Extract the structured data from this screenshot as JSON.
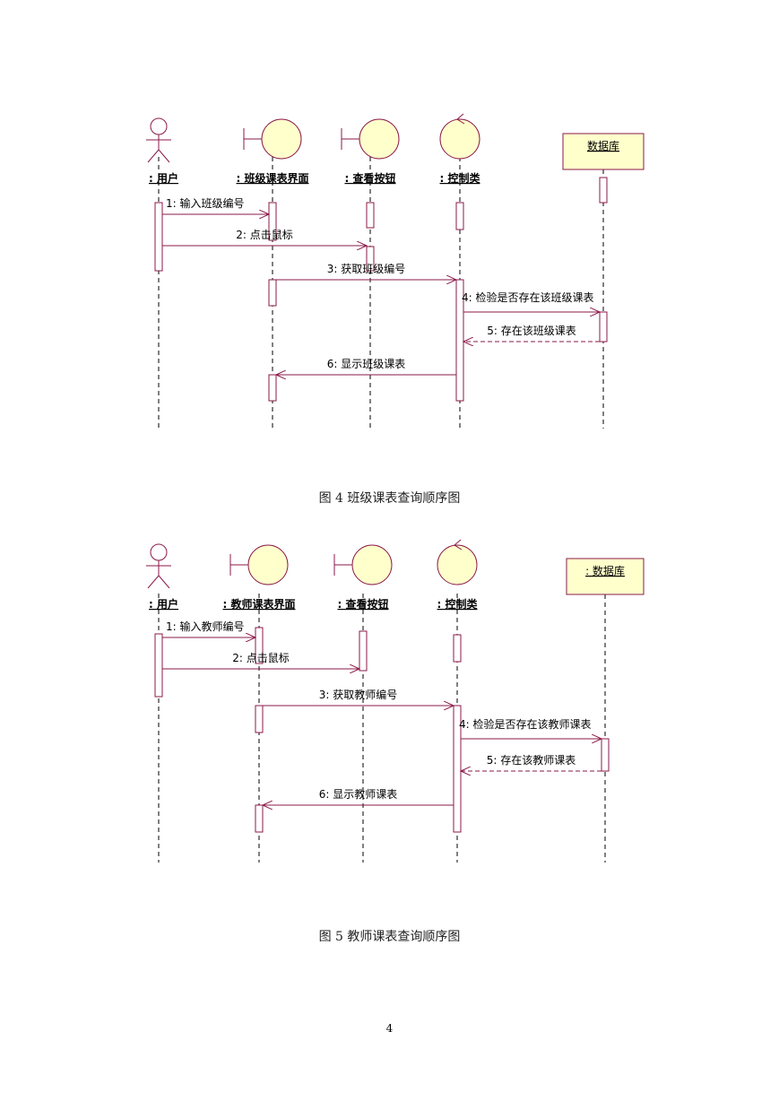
{
  "figures": [
    {
      "caption": "图 4  班级课表查询顺序图",
      "objects": [
        {
          "kind": "actor",
          "label": ": 用户"
        },
        {
          "kind": "boundary",
          "label": ": 班级课表界面"
        },
        {
          "kind": "boundary",
          "label": ": 查看按钮"
        },
        {
          "kind": "control",
          "label": ": 控制类"
        },
        {
          "kind": "entity",
          "label": "数据库"
        }
      ],
      "messages": [
        {
          "label": "1: 输入班级编号",
          "from": 0,
          "to": 1,
          "type": "sync"
        },
        {
          "label": "2: 点击鼠标",
          "from": 0,
          "to": 2,
          "type": "sync"
        },
        {
          "label": "3: 获取班级编号",
          "from": 1,
          "to": 3,
          "type": "sync"
        },
        {
          "label": "4: 检验是否存在该班级课表",
          "from": 3,
          "to": 4,
          "type": "sync"
        },
        {
          "label": "5: 存在该班级课表",
          "from": 4,
          "to": 3,
          "type": "return"
        },
        {
          "label": "6: 显示班级课表",
          "from": 3,
          "to": 1,
          "type": "sync"
        }
      ]
    },
    {
      "caption": "图 5  教师课表查询顺序图",
      "objects": [
        {
          "kind": "actor",
          "label": ": 用户"
        },
        {
          "kind": "boundary",
          "label": ": 教师课表界面"
        },
        {
          "kind": "boundary",
          "label": ": 查看按钮"
        },
        {
          "kind": "control",
          "label": ": 控制类"
        },
        {
          "kind": "entity",
          "label": ": 数据库"
        }
      ],
      "messages": [
        {
          "label": "1: 输入教师编号",
          "from": 0,
          "to": 1,
          "type": "sync"
        },
        {
          "label": "2: 点击鼠标",
          "from": 0,
          "to": 2,
          "type": "sync"
        },
        {
          "label": "3: 获取教师编号",
          "from": 1,
          "to": 3,
          "type": "sync"
        },
        {
          "label": "4: 检验是否存在该教师课表",
          "from": 3,
          "to": 4,
          "type": "sync"
        },
        {
          "label": "5: 存在该教师课表",
          "from": 4,
          "to": 3,
          "type": "return"
        },
        {
          "label": "6: 显示教师课表",
          "from": 3,
          "to": 1,
          "type": "sync"
        }
      ]
    }
  ],
  "page_number": "4",
  "colors": {
    "line": "#8b1a4a",
    "fill": "#ffffcc",
    "text": "#000000"
  }
}
